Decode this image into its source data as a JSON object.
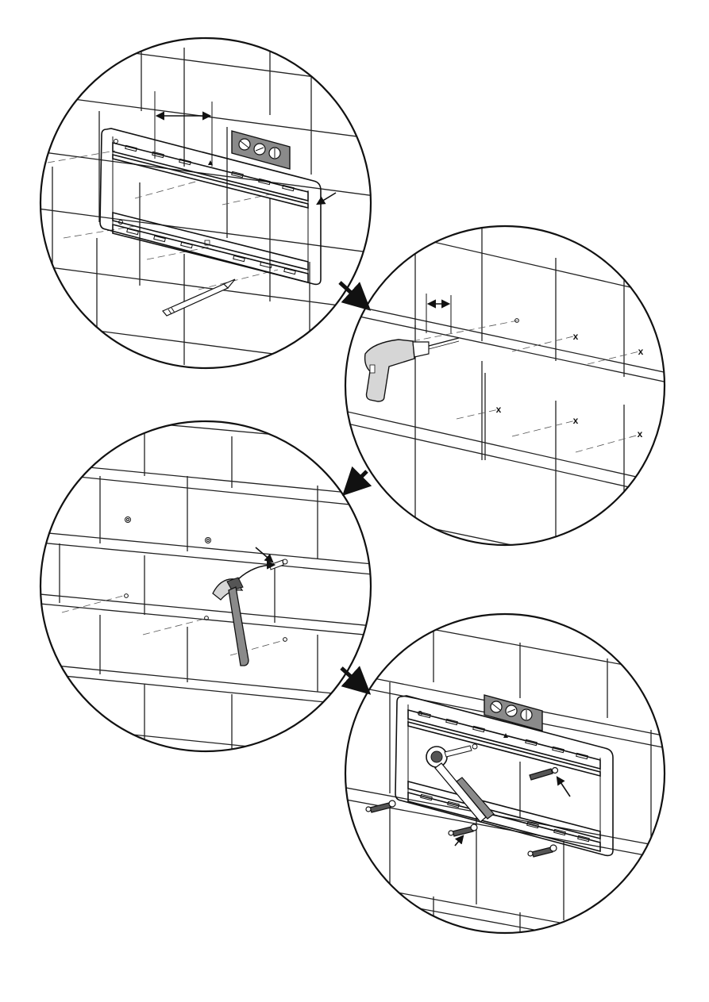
{
  "steps": [
    {
      "id": "step-1",
      "action": "mark-level-bracket"
    },
    {
      "id": "step-2",
      "action": "drill-holes"
    },
    {
      "id": "step-3",
      "action": "insert-anchors"
    },
    {
      "id": "step-4",
      "action": "fasten-bracket"
    }
  ],
  "marks": {
    "drill_mark": "x"
  },
  "icons": [
    "spirit-level-icon",
    "pencil-icon",
    "drill-icon",
    "hammer-icon",
    "wrench-icon",
    "lag-bolt-icon",
    "wall-anchor-icon",
    "step-arrow-icon"
  ],
  "colors": {
    "line": "#111111",
    "tool_fill": "#d6d6d6",
    "level_fill": "#8a8a8a"
  }
}
